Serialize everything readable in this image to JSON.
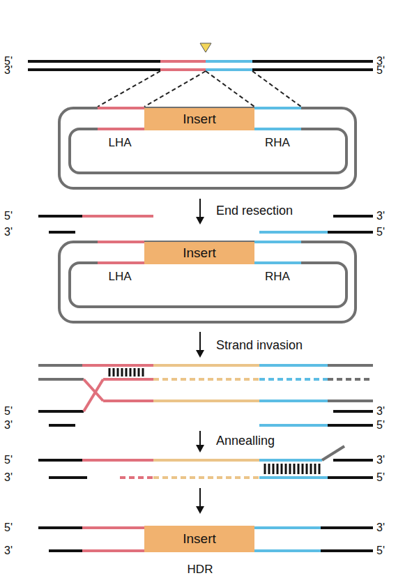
{
  "diagram": {
    "nodes": [
      {
        "text": [
          "LHA",
          "RHA"
        ]
      },
      {
        "text": [
          "Insert"
        ],
        "in": 0
      },
      {
        "text": [
          "LHA",
          "RHA"
        ]
      },
      {
        "text": [
          "Insert"
        ],
        "in": 2
      },
      {
        "text": [
          "Insert"
        ]
      }
    ],
    "labels": [
      "5'",
      "3'",
      "3'",
      "5'",
      "End resection",
      "5'",
      "3'",
      "3'",
      "5'",
      "Strand invasion",
      "5'",
      "3'",
      "3'",
      "5'",
      "Annealling",
      "5'",
      "3'",
      "3'",
      "5'",
      "5'",
      "3'",
      "3'",
      "5'",
      "HDR"
    ]
  }
}
